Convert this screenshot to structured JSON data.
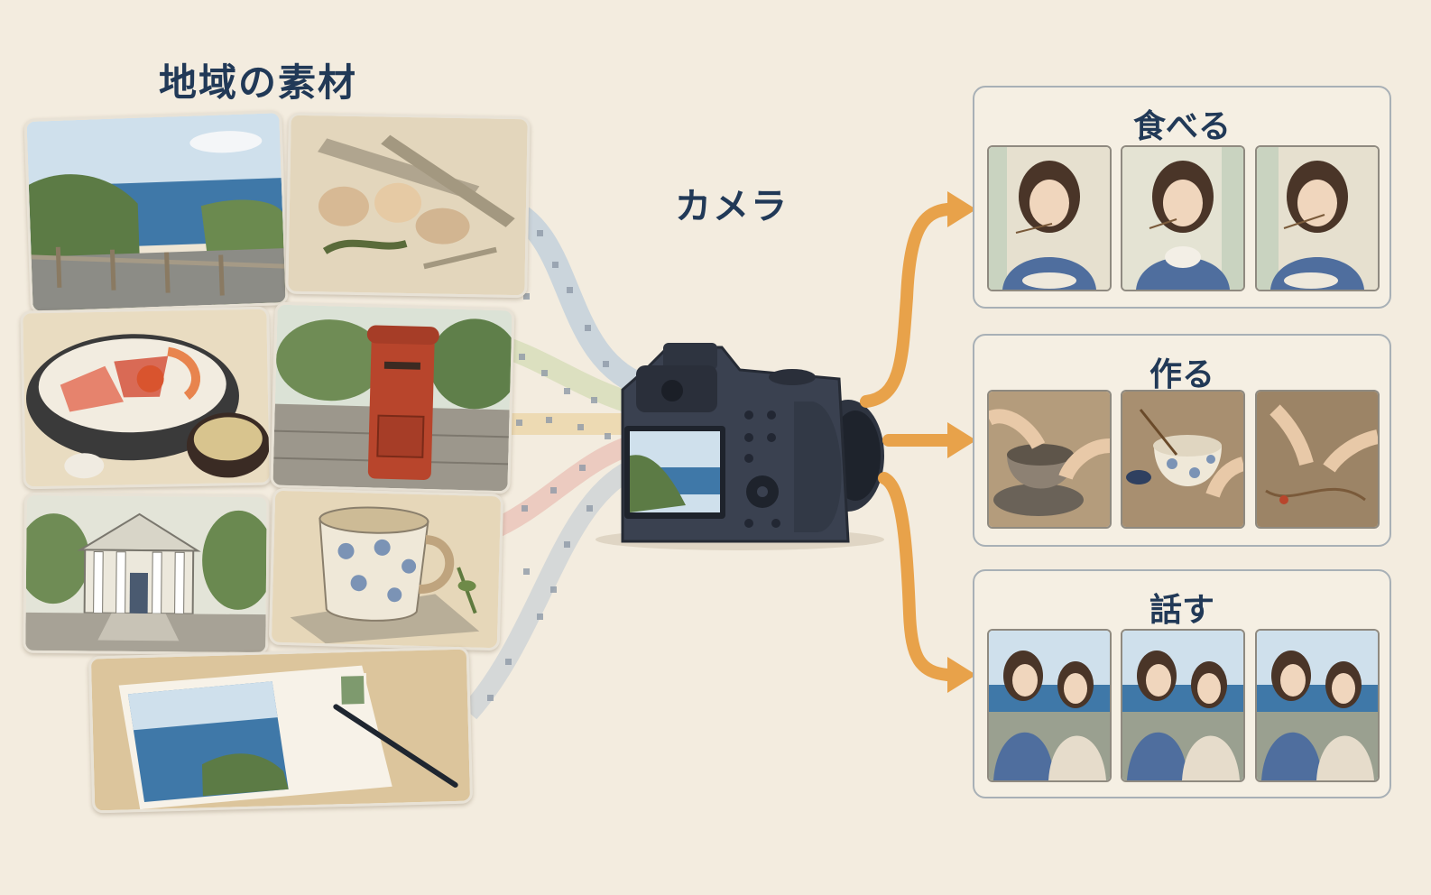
{
  "materials_title": "地域の素材",
  "camera_title": "カメラ",
  "outputs": [
    {
      "label": "食べる"
    },
    {
      "label": "作る"
    },
    {
      "label": "話す"
    }
  ],
  "materials": [
    {
      "name": "coastline"
    },
    {
      "name": "driftwood-and-shells"
    },
    {
      "name": "seafood-bowl"
    },
    {
      "name": "red-postbox"
    },
    {
      "name": "western-building"
    },
    {
      "name": "polka-dot-cup"
    },
    {
      "name": "postcard"
    }
  ],
  "colors": {
    "heading": "#213957",
    "arrow": "#e8a24a",
    "camera_body": "#3a4150",
    "background": "#f3ecdf",
    "panel_border": "#a8b0b6"
  }
}
